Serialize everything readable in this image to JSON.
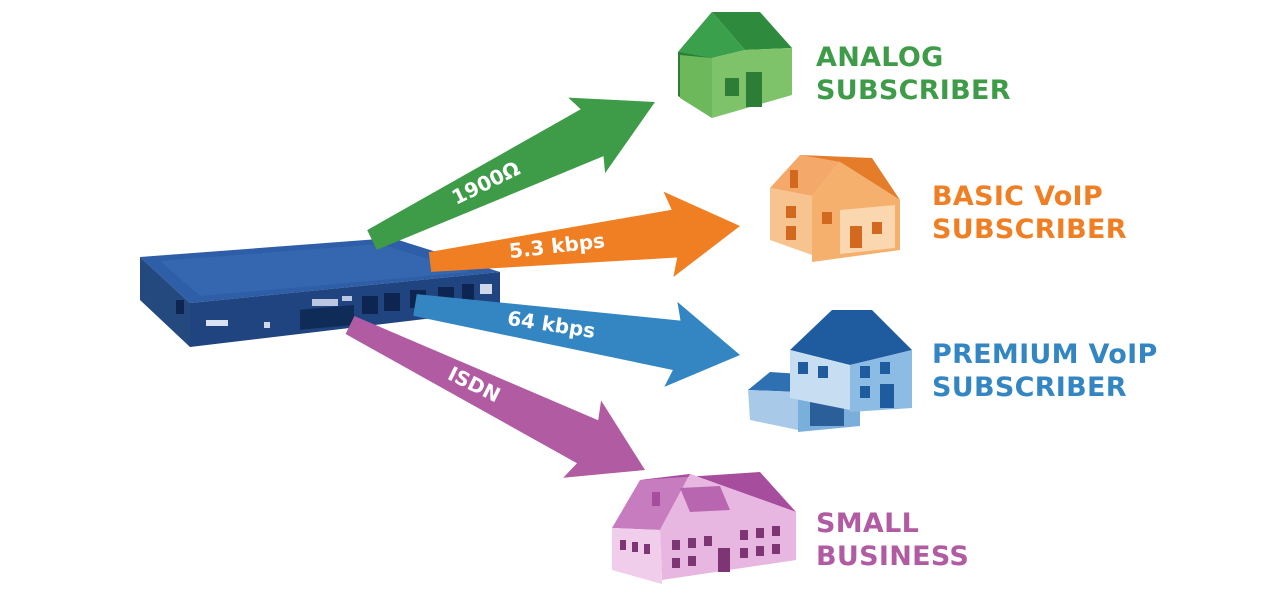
{
  "arrows": [
    {
      "id": "analog",
      "label": "1900Ω",
      "color": "#3e9b48"
    },
    {
      "id": "basic",
      "label": "5.3 kbps",
      "color": "#f07f24"
    },
    {
      "id": "premium",
      "label": "64 kbps",
      "color": "#3386c2"
    },
    {
      "id": "small",
      "label": "ISDN",
      "color": "#b05ba2"
    }
  ],
  "subscribers": [
    {
      "id": "analog",
      "line1": "ANALOG",
      "line2": "SUBSCRIBER",
      "color": "#3e9b48",
      "icon": "house-icon"
    },
    {
      "id": "basic",
      "line1": "BASIC VoIP",
      "line2": "SUBSCRIBER",
      "color": "#f07f24",
      "icon": "two-story-house-icon"
    },
    {
      "id": "premium",
      "line1": "PREMIUM VoIP",
      "line2": "SUBSCRIBER",
      "color": "#3386c2",
      "icon": "large-house-icon"
    },
    {
      "id": "small",
      "line1": "SMALL",
      "line2": "BUSINESS",
      "color": "#b05ba2",
      "icon": "office-building-icon"
    }
  ],
  "device": {
    "icon": "network-device-icon",
    "color": "#2b4f93"
  }
}
